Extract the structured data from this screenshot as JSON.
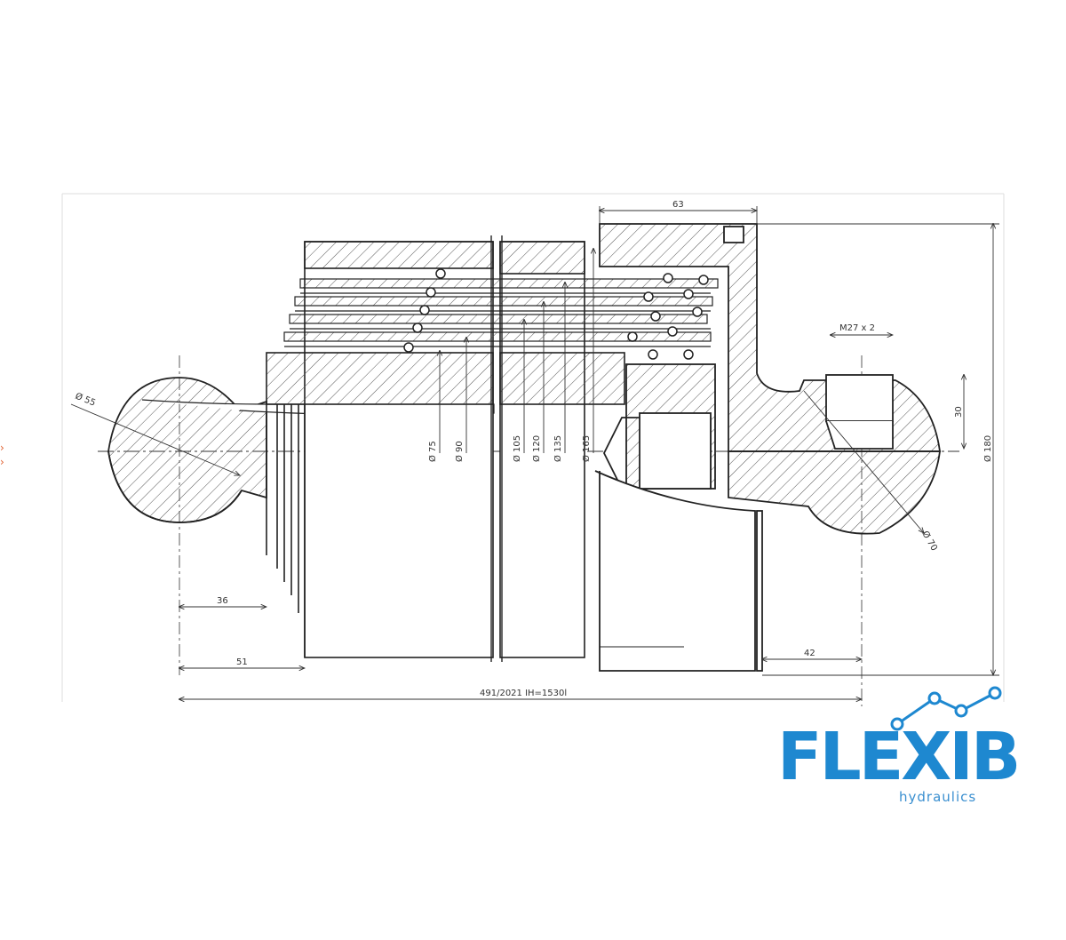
{
  "dimensions": {
    "d55": "Ø 55",
    "d75": "Ø 75",
    "d90": "Ø 90",
    "d105": "Ø 105",
    "d120": "Ø 120",
    "d135": "Ø 135",
    "d165": "Ø 165",
    "d180": "Ø 180",
    "d70": "Ø 70",
    "len63": "63",
    "thread": "M27 x 2",
    "len30": "30",
    "len36": "36",
    "len51": "51",
    "len42": "42",
    "total": "491/2021  IH=1530l"
  },
  "logo": {
    "name": "FLEXIB",
    "tagline": "hydraulics",
    "color": "#1e88d0"
  }
}
